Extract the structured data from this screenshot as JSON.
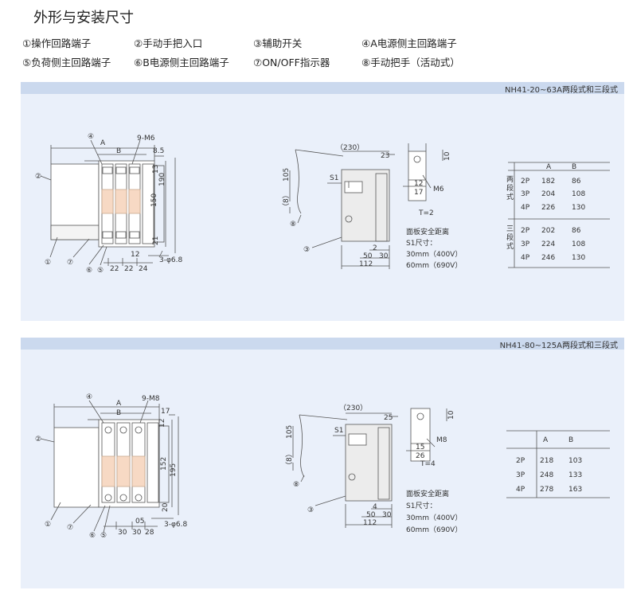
{
  "page": {
    "title": "外形与安装尺寸"
  },
  "legend": [
    "①操作回路端子",
    "②手动手把入口",
    "③辅助开关",
    "④A电源侧主回路端子",
    "⑤负荷侧主回路端子",
    "⑥B电源侧主回路端子",
    "⑦ON/OFF指示器",
    "⑧手动把手（活动式）"
  ],
  "section1": {
    "band_label": "NH41-20~63A两段式和三段式",
    "front": {
      "m": "9-M6",
      "a": "A",
      "b": "B",
      "d85": "8.5",
      "d13": "13",
      "d150": "150",
      "d190": "190",
      "d21": "21",
      "d12": "12",
      "d22a": "22",
      "d22b": "22",
      "d24": "24",
      "hole": "3-φ6.8",
      "n4": "④",
      "n2": "②",
      "n1": "①",
      "n7": "⑦",
      "n6": "⑥",
      "n5": "⑤"
    },
    "side": {
      "d230": "（230）",
      "d23": "23",
      "d105": "105",
      "d8": "（8）",
      "s1": "S1",
      "d2": "2",
      "d50": "50",
      "d30": "30",
      "d112": "112",
      "n8": "⑧",
      "n3": "③"
    },
    "detail": {
      "d10": "10",
      "d12": "12",
      "d17": "17",
      "m": "M6",
      "t": "T=2"
    },
    "notes": [
      "面板安全距离",
      "S1尺寸：",
      "30mm（400V）",
      "60mm（690V）"
    ],
    "table": {
      "headers": [
        "A",
        "B"
      ],
      "groups": [
        {
          "label": "两段式",
          "rows": [
            [
              "2P",
              "182",
              "86"
            ],
            [
              "3P",
              "204",
              "108"
            ],
            [
              "4P",
              "226",
              "130"
            ]
          ]
        },
        {
          "label": "三段式",
          "rows": [
            [
              "2P",
              "202",
              "86"
            ],
            [
              "3P",
              "224",
              "108"
            ],
            [
              "4P",
              "246",
              "130"
            ]
          ]
        }
      ]
    }
  },
  "section2": {
    "band_label": "NH41-80~125A两段式和三段式",
    "front": {
      "m": "9-M8",
      "a": "A",
      "b": "B",
      "d17": "17",
      "d12": "12",
      "d152": "152",
      "d195": "195",
      "d20": "20",
      "d05": "05",
      "d30a": "30",
      "d30b": "30",
      "d28": "28",
      "hole": "3-φ6.8",
      "n4": "④",
      "n2": "②",
      "n1": "①",
      "n7": "⑦",
      "n6": "⑥",
      "n5": "⑤"
    },
    "side": {
      "d230": "（230）",
      "d25": "25",
      "d105": "105",
      "d8": "（8）",
      "s1": "S1",
      "d4": "4",
      "d50": "50",
      "d30": "30",
      "d112": "112",
      "n8": "⑧",
      "n3": "③"
    },
    "detail": {
      "d10": "10",
      "d15": "15",
      "d26": "26",
      "m": "M8",
      "t": "T=4"
    },
    "notes": [
      "面板安全距离",
      "S1尺寸：",
      "30mm（400V）",
      "60mm（690V）"
    ],
    "table": {
      "headers": [
        "A",
        "B"
      ],
      "rows": [
        [
          "2P",
          "218",
          "103"
        ],
        [
          "3P",
          "248",
          "133"
        ],
        [
          "4P",
          "278",
          "163"
        ]
      ]
    }
  }
}
